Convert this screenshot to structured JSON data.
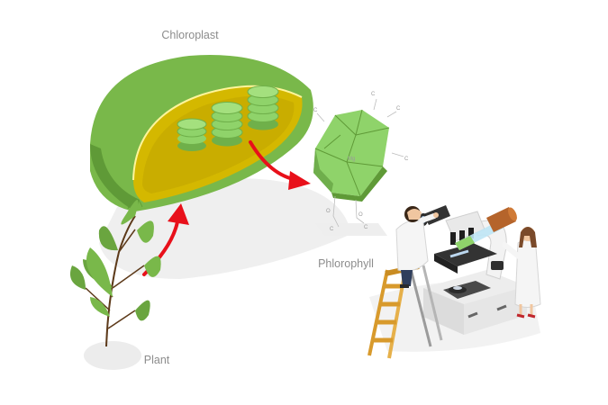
{
  "labels": {
    "chloroplast": "Chloroplast",
    "chlorophyll": "Phlorophyll",
    "plant": "Plant"
  },
  "colors": {
    "outer_green": "#79b84a",
    "outer_green_dark": "#5f9a37",
    "stroma_yellow": "#d4b800",
    "thylakoid_green": "#8fd36a",
    "arrow_red": "#e8101a",
    "label_gray": "#8c8c8c",
    "shadow_gray": "#efefef"
  },
  "icons": {
    "chloroplast": "chloroplast-cross-section-icon",
    "molecule": "chlorophyll-molecule-icon",
    "plant": "plant-sprig-icon",
    "microscope": "microscope-icon",
    "ladder": "ladder-icon",
    "scientist_left": "scientist-icon",
    "scientist_right": "scientist-icon",
    "test_tube": "test-tube-icon"
  }
}
